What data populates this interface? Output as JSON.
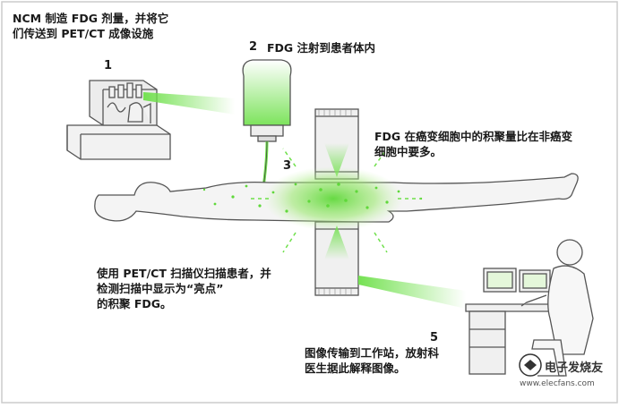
{
  "steps": [
    {
      "number": "1",
      "text": "NCM 制造 FDG 剂量，并将它\n们传送到 PET/CT 成像设施"
    },
    {
      "number": "2",
      "text": "FDG 注射到患者体内"
    },
    {
      "number": "3",
      "text": "FDG 在癌变细胞中的积聚量比在非癌变\n细胞中要多。"
    },
    {
      "number": "",
      "text": "使用 PET/CT 扫描仪扫描患者，并\n检测扫描中显示为“亮点”\n的积聚 FDG。"
    },
    {
      "number": "5",
      "text": "图像传输到工作站，放射科\n医生据此解释图像。"
    }
  ],
  "watermark": {
    "text": "电子发烧友",
    "url": "www.elecfans.com"
  },
  "colors": {
    "glow": "#6ee04a",
    "line": "#555555",
    "body": "#f4f4f4"
  }
}
